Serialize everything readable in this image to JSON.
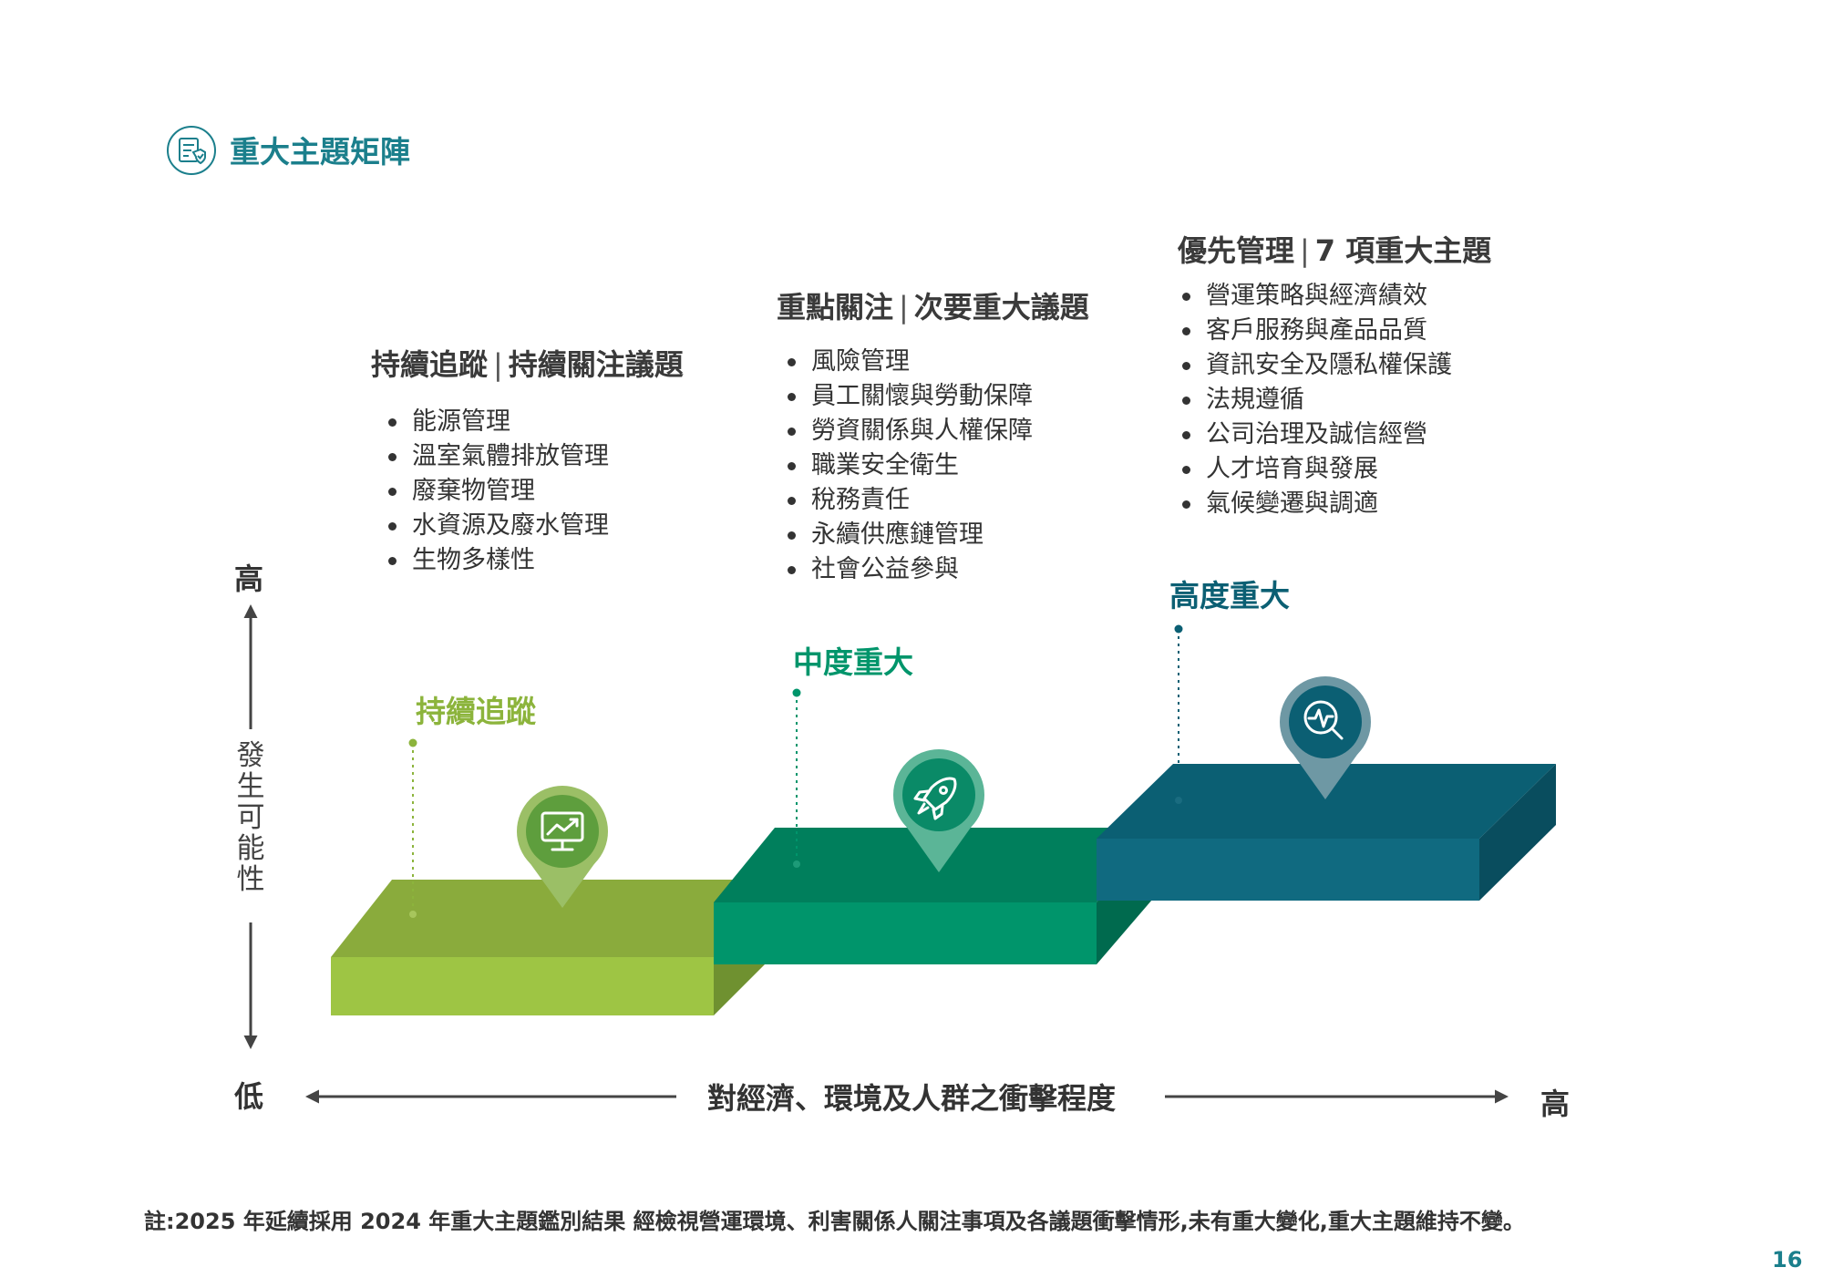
{
  "header": {
    "title": "重大主題矩陣",
    "icon": "document-check-icon"
  },
  "groups": [
    {
      "id": "monitor",
      "title_main": "持續追蹤",
      "title_sep": "|",
      "title_sub": "持續關注議題",
      "items": [
        "能源管理",
        "溫室氣體排放管理",
        "廢棄物管理",
        "水資源及廢水管理",
        "生物多樣性"
      ],
      "level": "持續追蹤",
      "color": "#8cb43c",
      "icon": "trending-chart-icon"
    },
    {
      "id": "focus",
      "title_main": "重點關注",
      "title_sep": "|",
      "title_sub": "次要重大議題",
      "items": [
        "風險管理",
        "員工關懷與勞動保障",
        "勞資關係與人權保障",
        "職業安全衛生",
        "稅務責任",
        "永續供應鏈管理",
        "社會公益參與"
      ],
      "level": "中度重大",
      "color": "#00956b",
      "icon": "rocket-icon"
    },
    {
      "id": "priority",
      "title_main": "優先管理",
      "title_sep": "|",
      "title_sub": "7 項重大主題",
      "items": [
        "營運策略與經濟績效",
        "客戶服務與產品品質",
        "資訊安全及隱私權保護",
        "法規遵循",
        "公司治理及誠信經營",
        "人才培育與發展",
        "氣候變遷與調適"
      ],
      "level": "高度重大",
      "color": "#0b5f73",
      "icon": "search-pulse-icon"
    }
  ],
  "axes": {
    "y_label_chars": [
      "發",
      "生",
      "可",
      "能",
      "性"
    ],
    "y_high": "高",
    "y_low": "低",
    "x_label": "對經濟、環境及人群之衝擊程度",
    "x_high": "高"
  },
  "footnote": "註:2025 年延續採用 2024 年重大主題鑑別結果 經檢視營運環境、利害關係人關注事項及各議題衝擊情形,未有重大變化,重大主題維持不變。",
  "page_number": "16"
}
